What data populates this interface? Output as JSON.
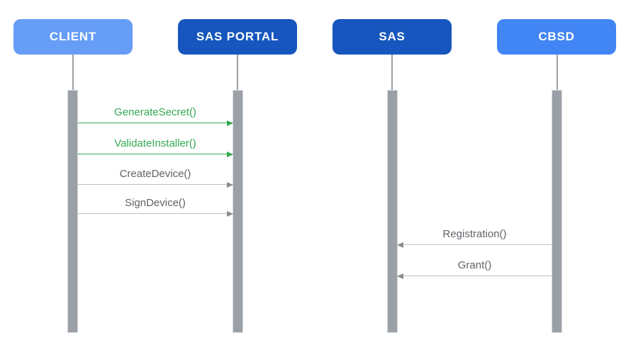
{
  "diagram": {
    "type": "sequence-diagram",
    "background": "#ffffff",
    "actors": [
      {
        "label": "CLIENT",
        "color": "#669df6",
        "text_color": "#ffffff"
      },
      {
        "label": "SAS PORTAL",
        "color": "#1656be",
        "text_color": "#ffffff"
      },
      {
        "label": "SAS",
        "color": "#1656be",
        "text_color": "#ffffff"
      },
      {
        "label": "CBSD",
        "color": "#4285f4",
        "text_color": "#ffffff"
      }
    ],
    "messages": [
      {
        "label": "GenerateSecret()",
        "from": "CLIENT",
        "to": "SAS PORTAL",
        "direction": "right",
        "color": "#34a853"
      },
      {
        "label": "ValidateInstaller()",
        "from": "CLIENT",
        "to": "SAS PORTAL",
        "direction": "right",
        "color": "#34a853"
      },
      {
        "label": "CreateDevice()",
        "from": "CLIENT",
        "to": "SAS PORTAL",
        "direction": "right",
        "color": "#5f6368"
      },
      {
        "label": "SignDevice()",
        "from": "CLIENT",
        "to": "SAS PORTAL",
        "direction": "right",
        "color": "#5f6368"
      },
      {
        "label": "Registration()",
        "from": "CBSD",
        "to": "SAS",
        "direction": "left",
        "color": "#5f6368"
      },
      {
        "label": "Grant()",
        "from": "CBSD",
        "to": "SAS",
        "direction": "left",
        "color": "#5f6368"
      }
    ],
    "colors": {
      "lifeline": "#9aa0a6",
      "activation_bar": "#9aa0a6",
      "activation_bar_border": "#d6d9dd",
      "green_message": "#34a853",
      "gray_message_text": "#5f6368",
      "gray_message_line": "#bdc1c6"
    }
  }
}
